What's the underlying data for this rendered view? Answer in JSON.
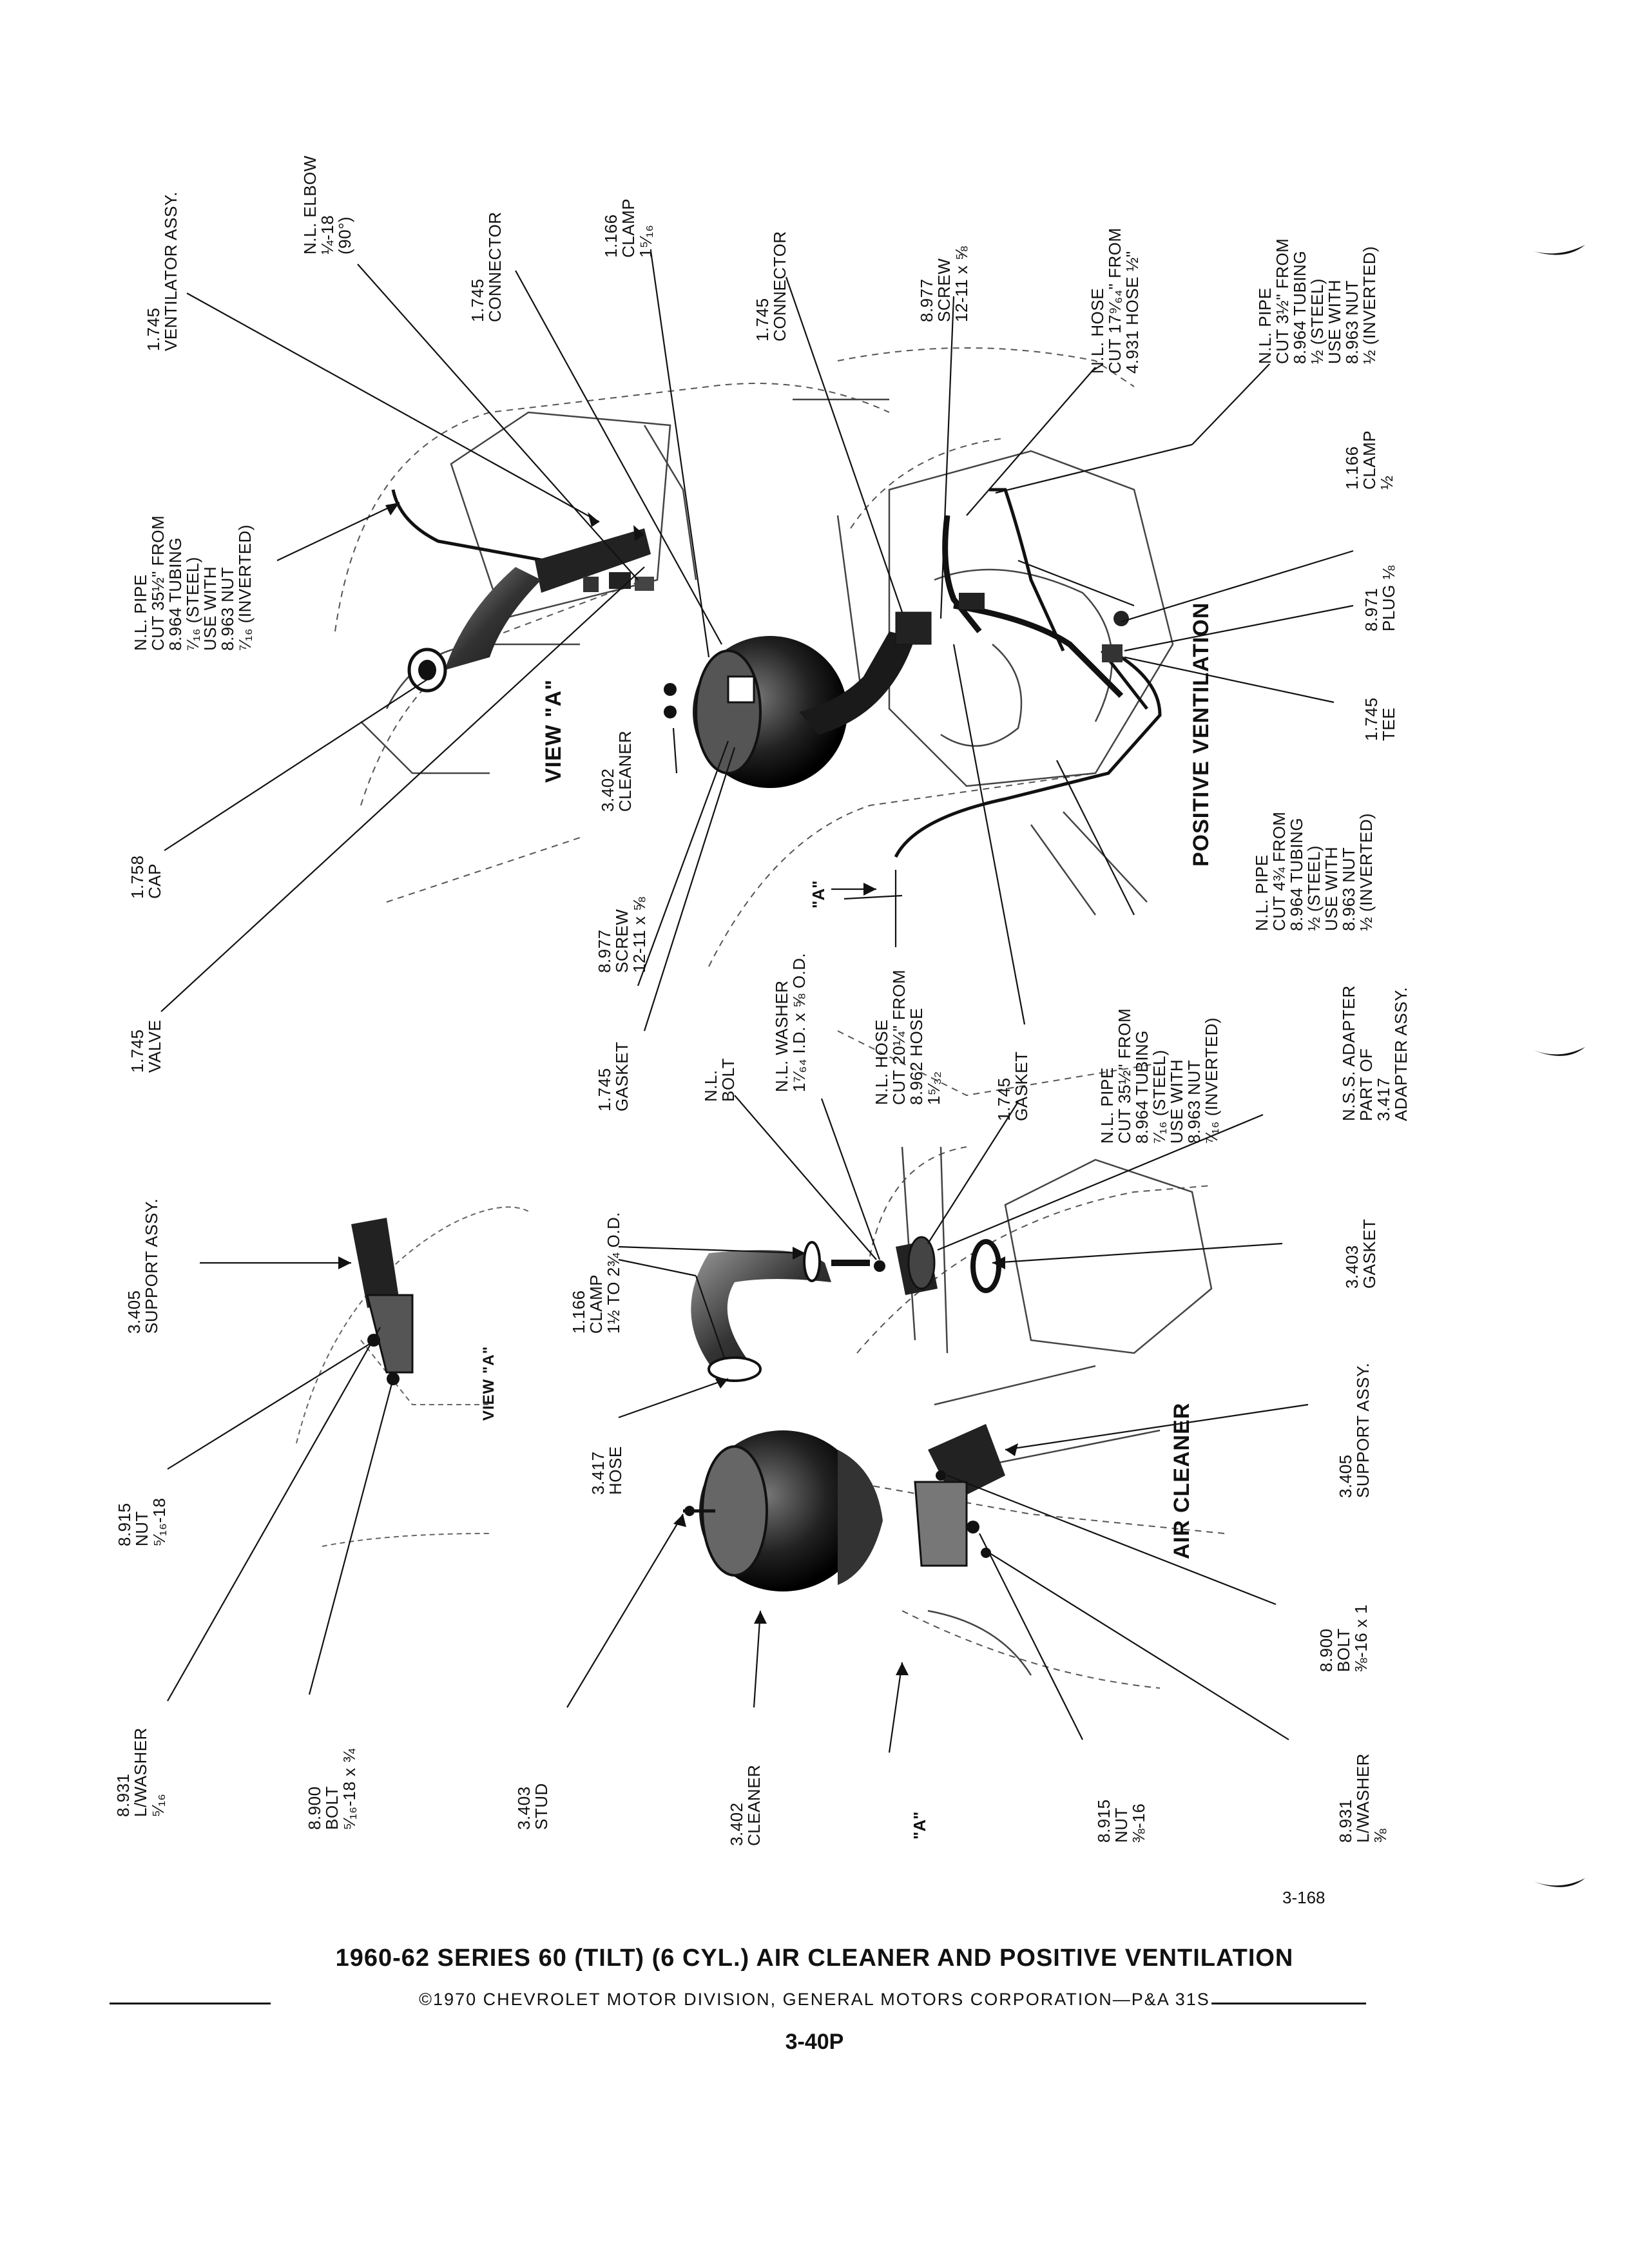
{
  "callouts": {
    "ventilator_assy": [
      "1.745",
      "VENTILATOR ASSY."
    ],
    "elbow": [
      "N.L. ELBOW",
      "¼-18",
      "(90°)"
    ],
    "connector_left": [
      "1.745",
      "CONNECTOR"
    ],
    "clamp_top": [
      "1.166",
      "CLAMP",
      "1⁵⁄₁₆"
    ],
    "connector_right": [
      "1.745",
      "CONNECTOR"
    ],
    "screw_top": [
      "8.977",
      "SCREW",
      "12-11 x ⅝"
    ],
    "hose_top": [
      "N.L. HOSE",
      "CUT 17⁹⁄₆₄\" FROM",
      "4.931 HOSE ½\""
    ],
    "pipe_top_right": [
      "N.L. PIPE",
      "CUT 3½\" FROM",
      "8.964 TUBING",
      "½ (STEEL)",
      "USE WITH",
      "8.963 NUT",
      "½ (INVERTED)"
    ],
    "pipe_left": [
      "N.L. PIPE",
      "CUT 35½\" FROM",
      "8.964 TUBING",
      "⁷⁄₁₆ (STEEL)",
      "USE WITH",
      "8.963 NUT",
      "⁷⁄₁₆ (INVERTED)"
    ],
    "clamp_right": [
      "1.166",
      "CLAMP",
      "½"
    ],
    "plug": [
      "8.971",
      "PLUG ⅛"
    ],
    "tee": [
      "1.745",
      "TEE"
    ],
    "cleaner_top": [
      "3.402",
      "CLEANER"
    ],
    "cap": [
      "1.758",
      "CAP"
    ],
    "screw_mid": [
      "8.977",
      "SCREW",
      "12-11 x ⅝"
    ],
    "pipe_mid_right": [
      "N.L. PIPE",
      "CUT 4¾ FROM",
      "8.964 TUBING",
      "½ (STEEL)",
      "USE WITH",
      "8.963 NUT",
      "½ (INVERTED)"
    ],
    "valve": [
      "1.745",
      "VALVE"
    ],
    "gasket_left": [
      "1.745",
      "GASKET"
    ],
    "bolt_nl": [
      "N.L.",
      "BOLT"
    ],
    "washer_nl": [
      "N.L. WASHER",
      "1⁷⁄₆₄ I.D. x ⅝ O.D."
    ],
    "hose_mid": [
      "N.L. HOSE",
      "CUT 20¼\" FROM",
      "8.962 HOSE",
      "1⁵⁄₃₂"
    ],
    "gasket_right": [
      "1.745",
      "GASKET"
    ],
    "pipe_mid": [
      "N.L. PIPE",
      "CUT 35½\" FROM",
      "8.964 TUBING",
      "⁷⁄₁₆ (STEEL)",
      "USE WITH",
      "8.963 NUT",
      "⁷⁄₁₆ (INVERTED)"
    ],
    "adapter": [
      "N.S.S. ADAPTER",
      "PART OF",
      "3.417",
      "ADAPTER ASSY."
    ],
    "support_left": [
      "3.405",
      "SUPPORT ASSY."
    ],
    "clamp_bottom": [
      "1.166",
      "CLAMP",
      "1½ TO 2¾ O.D."
    ],
    "gasket_bottom": [
      "3.403",
      "GASKET"
    ],
    "hose_bottom": [
      "3.417",
      "HOSE"
    ],
    "nut_left": [
      "8.915",
      "NUT",
      "⁵⁄₁₆-18"
    ],
    "support_right": [
      "3.405",
      "SUPPORT ASSY."
    ],
    "washer_left": [
      "8.931",
      "L/WASHER",
      "⁵⁄₁₆"
    ],
    "bolt_left": [
      "8.900",
      "BOLT",
      "⁵⁄₁₆-18 x ¾"
    ],
    "stud": [
      "3.403",
      "STUD"
    ],
    "cleaner_bottom": [
      "3.402",
      "CLEANER"
    ],
    "bolt_right": [
      "8.900",
      "BOLT",
      "⅜-16 x 1"
    ],
    "nut_right": [
      "8.915",
      "NUT",
      "⅜-16"
    ],
    "washer_right": [
      "8.931",
      "L/WASHER",
      "⅜"
    ]
  },
  "sections": {
    "positive_ventilation": "POSITIVE VENTILATION",
    "air_cleaner": "AIR CLEANER",
    "view_a_top": "VIEW \"A\"",
    "view_a_bottom": "VIEW \"A\"",
    "ref_a_mid": "\"A\"",
    "ref_a_bottom": "\"A\""
  },
  "figure_number": "3-168",
  "footer": {
    "title": "1960-62 SERIES 60 (TILT) (6 CYL.) AIR CLEANER AND POSITIVE VENTILATION",
    "copyright": "©1970 CHEVROLET MOTOR DIVISION, GENERAL MOTORS CORPORATION—P&A 31S",
    "page": "3-40P"
  }
}
